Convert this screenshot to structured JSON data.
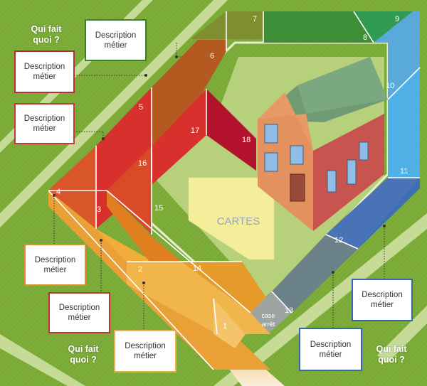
{
  "board": {
    "cards_label": "CARTES",
    "stop_square_label": [
      "case",
      "arrêt"
    ],
    "square_numbers": [
      "1",
      "2",
      "3",
      "4",
      "5",
      "6",
      "7",
      "8",
      "9",
      "10",
      "11",
      "12",
      "13",
      "14",
      "15",
      "16",
      "17",
      "18"
    ]
  },
  "job_description": {
    "line1": "Description",
    "line2": "métier"
  },
  "who_does_what": {
    "line1": "Qui fait",
    "line2": "quoi ?"
  },
  "colors": {
    "field_dark": "#7eae3a",
    "field_light": "#c6dc96",
    "inner_yard": "#b7d07c",
    "cards_zone": "#f4ee9a",
    "start_path": "#f3d8a8"
  }
}
